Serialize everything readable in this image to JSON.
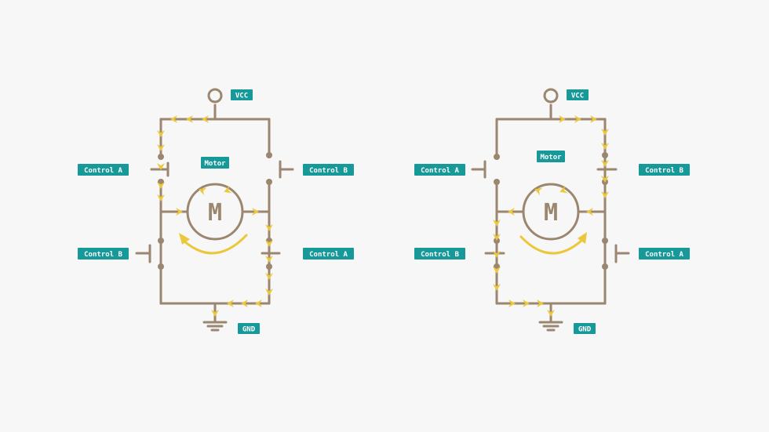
{
  "colors": {
    "background": "#f6f7f6",
    "wire": "#9b8670",
    "current_flow": "#ecc73a",
    "label_bg": "#17999a",
    "label_text": "#ffffff"
  },
  "icons": {
    "motor": "motor-symbol-icon",
    "vcc": "vcc-terminal-icon",
    "gnd": "ground-symbol-icon",
    "flow": "current-flow-arrow-icon",
    "rotation": "rotation-arrow-icon"
  },
  "circuits": [
    {
      "vcc_label": "VCC",
      "gnd_label": "GND",
      "motor_label": "Motor",
      "motor_letter": "M",
      "top_left_switch": "Control A",
      "top_right_switch": "Control B",
      "bottom_left_switch": "Control B",
      "bottom_right_switch": "Control A",
      "rotation": "clockwise"
    },
    {
      "vcc_label": "VCC",
      "gnd_label": "GND",
      "motor_label": "Motor",
      "motor_letter": "M",
      "top_left_switch": "Control A",
      "top_right_switch": "Control B",
      "bottom_left_switch": "Control B",
      "bottom_right_switch": "Control A",
      "rotation": "counterclockwise"
    }
  ]
}
